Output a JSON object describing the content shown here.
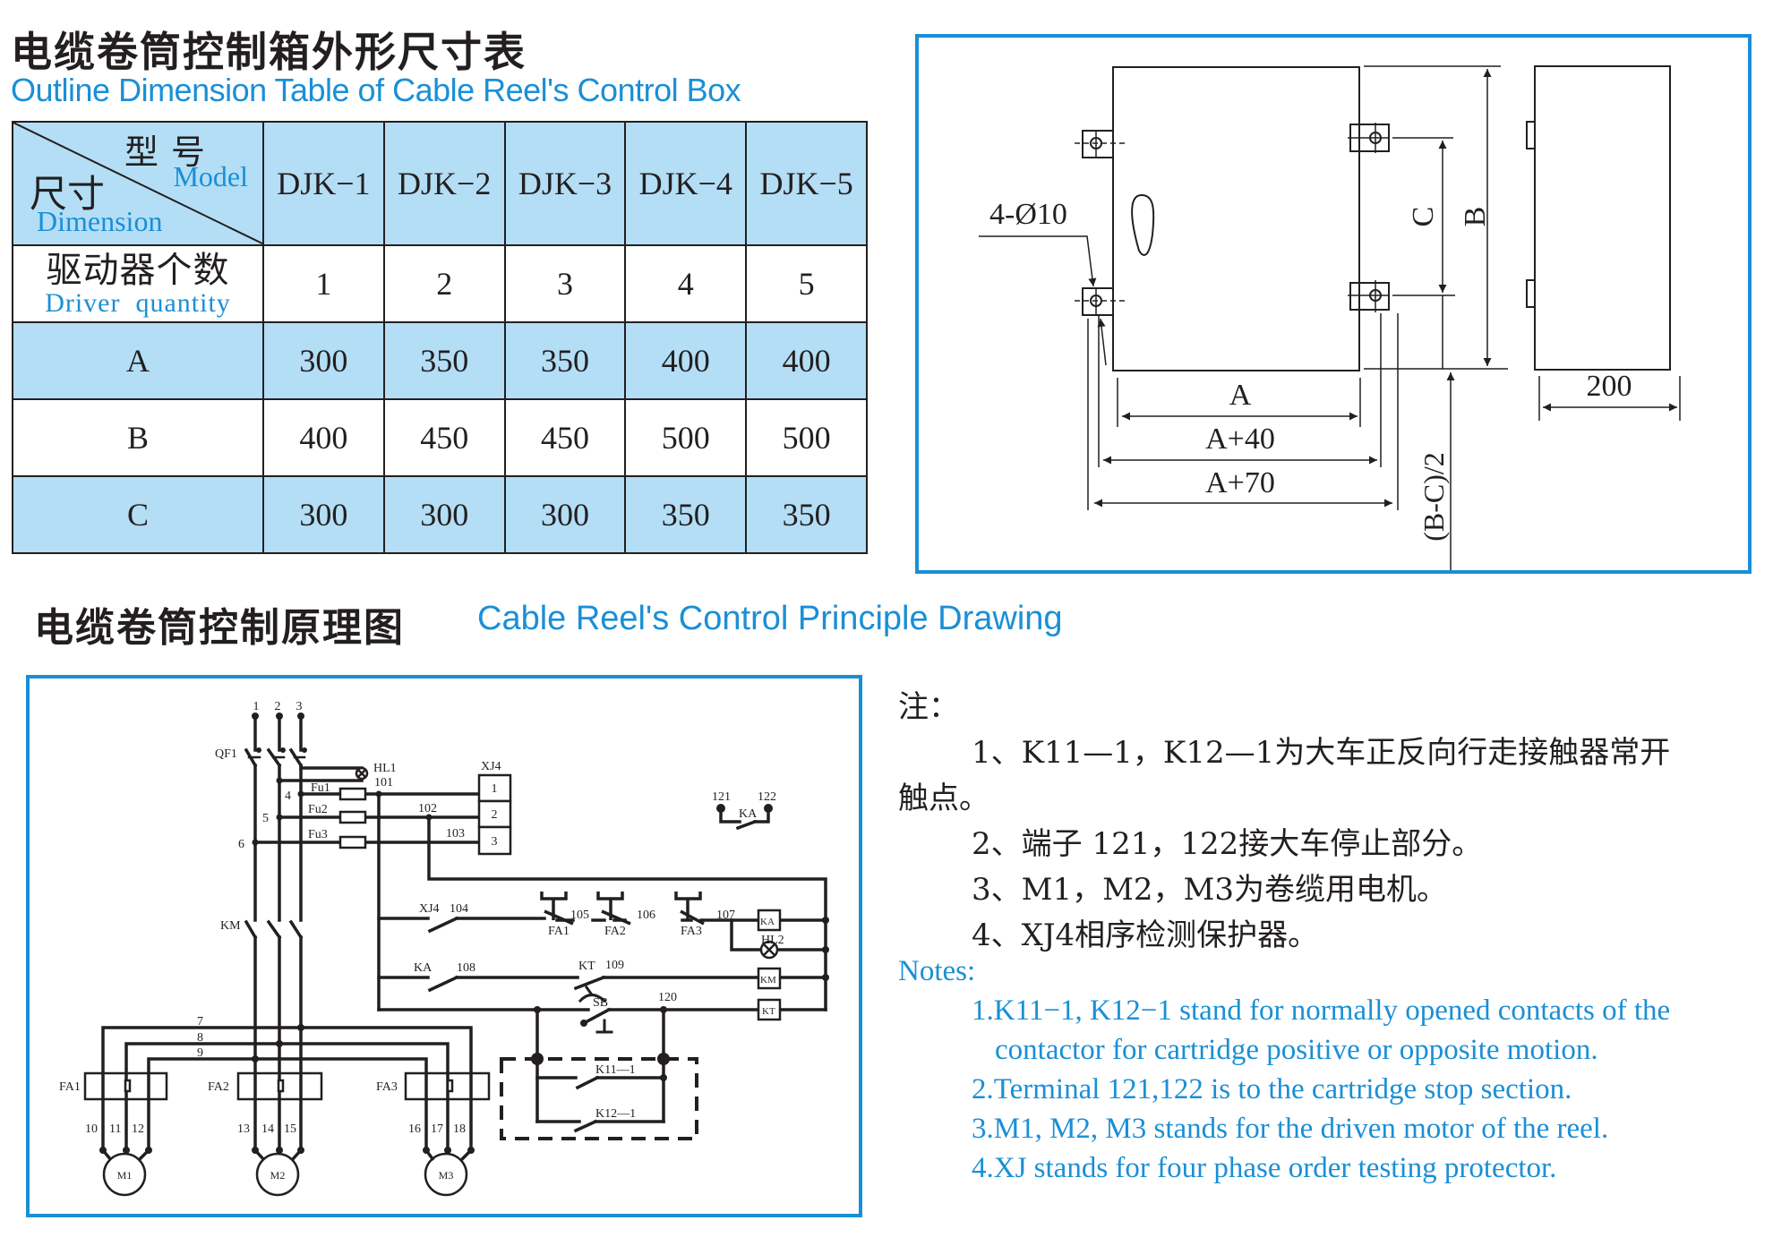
{
  "header": {
    "title_cn": "电缆卷筒控制箱外形尺寸表",
    "title_en": "Outline Dimension Table of Cable Reel's Control Box"
  },
  "table": {
    "corner": {
      "model_cn": "型号",
      "model_en": "Model",
      "dim_cn": "尺寸",
      "dim_en": "Dimension"
    },
    "models": [
      "DJK−1",
      "DJK−2",
      "DJK−3",
      "DJK−4",
      "DJK−5"
    ],
    "driver_row": {
      "label_cn": "驱动器个数",
      "label_en": "Driver  quantity",
      "values": [
        "1",
        "2",
        "3",
        "4",
        "5"
      ]
    },
    "rows": [
      {
        "label": "A",
        "values": [
          "300",
          "350",
          "350",
          "400",
          "400"
        ]
      },
      {
        "label": "B",
        "values": [
          "400",
          "450",
          "450",
          "500",
          "500"
        ]
      },
      {
        "label": "C",
        "values": [
          "300",
          "300",
          "300",
          "350",
          "350"
        ]
      }
    ]
  },
  "outline_drawing": {
    "hole_label": "4-Ø10",
    "dim_A": "A",
    "dim_A40": "A+40",
    "dim_A70": "A+70",
    "dim_B": "B",
    "dim_C": "C",
    "dim_BC": "(B-C)/2",
    "dim_depth": "200"
  },
  "section2": {
    "title_cn": "电缆卷筒控制原理图",
    "title_en": "Cable Reel's Control  Principle  Drawing"
  },
  "circuit": {
    "terminals": [
      "1",
      "2",
      "3"
    ],
    "qf1": "QF1",
    "hl1": "HL1",
    "hl2": "HL2",
    "xj4": "XJ4",
    "xj4_pins": [
      "1",
      "2",
      "3"
    ],
    "fuses": [
      "Fu1",
      "Fu2",
      "Fu3"
    ],
    "wires": [
      "4",
      "5",
      "6",
      "7",
      "8",
      "9",
      "101",
      "102",
      "103",
      "104",
      "105",
      "106",
      "107",
      "108",
      "109",
      "120"
    ],
    "km": "KM",
    "ka": "KA",
    "kt": "KT",
    "sb": "SB",
    "fa": [
      "FA1",
      "FA2",
      "FA3"
    ],
    "coils": [
      "KA",
      "KM",
      "KT"
    ],
    "stop_terminals": [
      "121",
      "122"
    ],
    "k11": "K11—1",
    "k12": "K12—1",
    "motor_terminals": [
      "10",
      "11",
      "12",
      "13",
      "14",
      "15",
      "16",
      "17",
      "18"
    ],
    "motors": [
      "M1",
      "M2",
      "M3"
    ]
  },
  "notes_cn": {
    "heading": "注：",
    "items": [
      "1、K11—1，K12—1为大车正反向行走接触器常开",
      "触点。",
      "2、端子 121，122接大车停止部分。",
      "3、M1，M2，M3为卷缆用电机。",
      "4、XJ4相序检测保护器。"
    ]
  },
  "notes_en": {
    "heading": "Notes:",
    "items": [
      "1.K11−1, K12−1 stand for normally opened contacts of the",
      "contactor for cartridge positive or opposite motion.",
      "2.Terminal 121,122 is to the cartridge stop section.",
      "3.M1, M2, M3 stands for the driven motor of the reel.",
      "4.XJ stands for four phase order testing protector."
    ]
  },
  "colors": {
    "accent": "#1a8fd6",
    "table_fill": "#b3def5",
    "ink": "#231f20"
  }
}
